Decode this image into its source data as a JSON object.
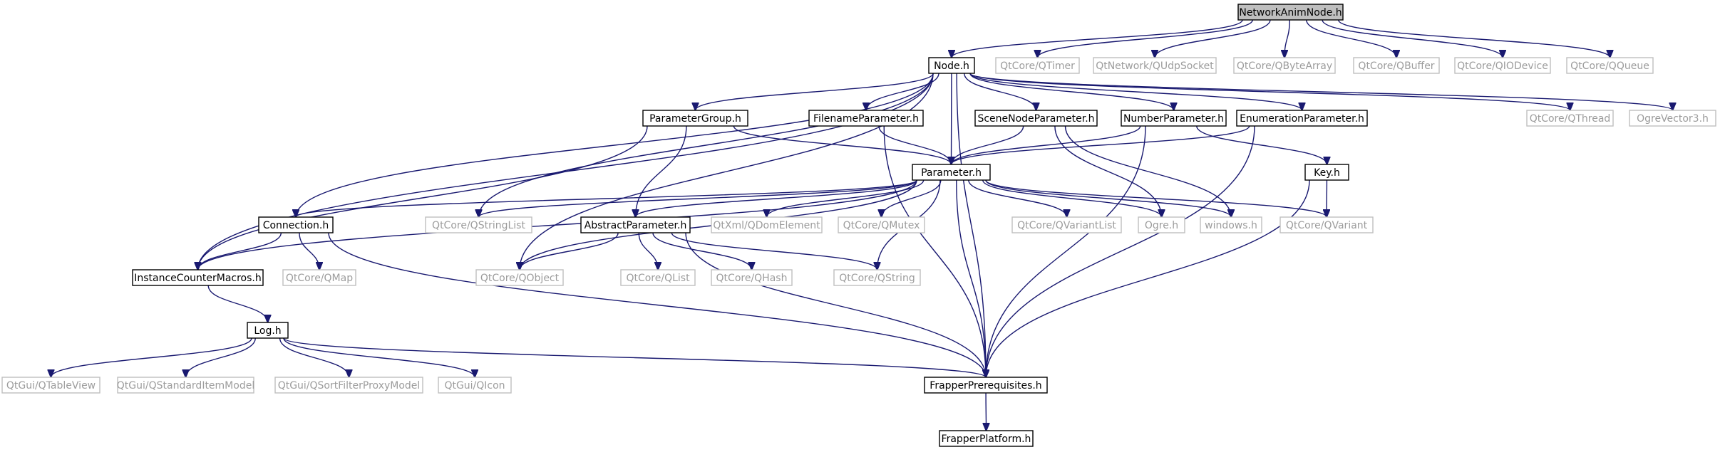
{
  "diagram": {
    "colors": {
      "edge": "#191970",
      "root_fill": "#bfbfbf",
      "documented_border": "#000000",
      "documented_text": "#000000",
      "external_border": "#bfbfbf",
      "external_text": "#9c9c9c",
      "background": "#ffffff"
    },
    "nodes": [
      {
        "id": "root",
        "label": "NetworkAnimNode.h",
        "kind": "root"
      },
      {
        "id": "node",
        "label": "Node.h",
        "kind": "documented"
      },
      {
        "id": "qtimer",
        "label": "QtCore/QTimer",
        "kind": "external"
      },
      {
        "id": "qudp",
        "label": "QtNetwork/QUdpSocket",
        "kind": "external"
      },
      {
        "id": "qbytearray",
        "label": "QtCore/QByteArray",
        "kind": "external"
      },
      {
        "id": "qbuffer",
        "label": "QtCore/QBuffer",
        "kind": "external"
      },
      {
        "id": "qiodevice",
        "label": "QtCore/QIODevice",
        "kind": "external"
      },
      {
        "id": "qqueue",
        "label": "QtCore/QQueue",
        "kind": "external"
      },
      {
        "id": "paramgroup",
        "label": "ParameterGroup.h",
        "kind": "documented"
      },
      {
        "id": "filenameparam",
        "label": "FilenameParameter.h",
        "kind": "documented"
      },
      {
        "id": "scenenodeparam",
        "label": "SceneNodeParameter.h",
        "kind": "documented"
      },
      {
        "id": "numberparam",
        "label": "NumberParameter.h",
        "kind": "documented"
      },
      {
        "id": "enumparam",
        "label": "EnumerationParameter.h",
        "kind": "documented"
      },
      {
        "id": "qthread",
        "label": "QtCore/QThread",
        "kind": "external"
      },
      {
        "id": "ogrevector3",
        "label": "OgreVector3.h",
        "kind": "external"
      },
      {
        "id": "parameter",
        "label": "Parameter.h",
        "kind": "documented"
      },
      {
        "id": "key",
        "label": "Key.h",
        "kind": "documented"
      },
      {
        "id": "connection",
        "label": "Connection.h",
        "kind": "documented"
      },
      {
        "id": "qstringlist",
        "label": "QtCore/QStringList",
        "kind": "external"
      },
      {
        "id": "abstractparam",
        "label": "AbstractParameter.h",
        "kind": "documented"
      },
      {
        "id": "qdomelement",
        "label": "QtXml/QDomElement",
        "kind": "external"
      },
      {
        "id": "qmutex",
        "label": "QtCore/QMutex",
        "kind": "external"
      },
      {
        "id": "qvariantlist",
        "label": "QtCore/QVariantList",
        "kind": "external"
      },
      {
        "id": "ogre",
        "label": "Ogre.h",
        "kind": "external"
      },
      {
        "id": "windows",
        "label": "windows.h",
        "kind": "external"
      },
      {
        "id": "qvariant",
        "label": "QtCore/QVariant",
        "kind": "external"
      },
      {
        "id": "instancecounter",
        "label": "InstanceCounterMacros.h",
        "kind": "documented"
      },
      {
        "id": "qmap",
        "label": "QtCore/QMap",
        "kind": "external"
      },
      {
        "id": "qobject",
        "label": "QtCore/QObject",
        "kind": "external"
      },
      {
        "id": "qlist",
        "label": "QtCore/QList",
        "kind": "external"
      },
      {
        "id": "qhash",
        "label": "QtCore/QHash",
        "kind": "external"
      },
      {
        "id": "qstring",
        "label": "QtCore/QString",
        "kind": "external"
      },
      {
        "id": "log",
        "label": "Log.h",
        "kind": "documented"
      },
      {
        "id": "qtableview",
        "label": "QtGui/QTableView",
        "kind": "external"
      },
      {
        "id": "qstditem",
        "label": "QtGui/QStandardItemModel",
        "kind": "external"
      },
      {
        "id": "qsortfilter",
        "label": "QtGui/QSortFilterProxyModel",
        "kind": "external"
      },
      {
        "id": "qicon",
        "label": "QtGui/QIcon",
        "kind": "external"
      },
      {
        "id": "frapperprereq",
        "label": "FrapperPrerequisites.h",
        "kind": "documented"
      },
      {
        "id": "frapperplatform",
        "label": "FrapperPlatform.h",
        "kind": "documented"
      }
    ],
    "edges": [
      {
        "from": "root",
        "to": "node"
      },
      {
        "from": "root",
        "to": "qtimer"
      },
      {
        "from": "root",
        "to": "qudp"
      },
      {
        "from": "root",
        "to": "qbytearray"
      },
      {
        "from": "root",
        "to": "qbuffer"
      },
      {
        "from": "root",
        "to": "qiodevice"
      },
      {
        "from": "root",
        "to": "qqueue"
      },
      {
        "from": "node",
        "to": "paramgroup"
      },
      {
        "from": "node",
        "to": "filenameparam"
      },
      {
        "from": "node",
        "to": "scenenodeparam"
      },
      {
        "from": "node",
        "to": "numberparam"
      },
      {
        "from": "node",
        "to": "enumparam"
      },
      {
        "from": "node",
        "to": "qthread"
      },
      {
        "from": "node",
        "to": "ogrevector3"
      },
      {
        "from": "node",
        "to": "parameter"
      },
      {
        "from": "node",
        "to": "connection"
      },
      {
        "from": "node",
        "to": "instancecounter"
      },
      {
        "from": "node",
        "to": "qstringlist"
      },
      {
        "from": "node",
        "to": "qobject"
      },
      {
        "from": "node",
        "to": "frapperprereq"
      },
      {
        "from": "paramgroup",
        "to": "parameter"
      },
      {
        "from": "paramgroup",
        "to": "abstractparam"
      },
      {
        "from": "paramgroup",
        "to": "instancecounter"
      },
      {
        "from": "filenameparam",
        "to": "parameter"
      },
      {
        "from": "filenameparam",
        "to": "frapperprereq"
      },
      {
        "from": "scenenodeparam",
        "to": "parameter"
      },
      {
        "from": "scenenodeparam",
        "to": "ogre"
      },
      {
        "from": "scenenodeparam",
        "to": "windows"
      },
      {
        "from": "numberparam",
        "to": "parameter"
      },
      {
        "from": "numberparam",
        "to": "key"
      },
      {
        "from": "numberparam",
        "to": "frapperprereq"
      },
      {
        "from": "enumparam",
        "to": "parameter"
      },
      {
        "from": "enumparam",
        "to": "frapperprereq"
      },
      {
        "from": "parameter",
        "to": "connection"
      },
      {
        "from": "parameter",
        "to": "qstringlist"
      },
      {
        "from": "parameter",
        "to": "abstractparam"
      },
      {
        "from": "parameter",
        "to": "qdomelement"
      },
      {
        "from": "parameter",
        "to": "qmutex"
      },
      {
        "from": "parameter",
        "to": "qvariantlist"
      },
      {
        "from": "parameter",
        "to": "ogre"
      },
      {
        "from": "parameter",
        "to": "windows"
      },
      {
        "from": "parameter",
        "to": "qvariant"
      },
      {
        "from": "parameter",
        "to": "instancecounter"
      },
      {
        "from": "parameter",
        "to": "qobject"
      },
      {
        "from": "parameter",
        "to": "qstring"
      },
      {
        "from": "parameter",
        "to": "frapperprereq"
      },
      {
        "from": "key",
        "to": "qvariant"
      },
      {
        "from": "key",
        "to": "frapperprereq"
      },
      {
        "from": "connection",
        "to": "instancecounter"
      },
      {
        "from": "connection",
        "to": "qmap"
      },
      {
        "from": "connection",
        "to": "frapperprereq"
      },
      {
        "from": "abstractparam",
        "to": "qobject"
      },
      {
        "from": "abstractparam",
        "to": "qlist"
      },
      {
        "from": "abstractparam",
        "to": "qhash"
      },
      {
        "from": "abstractparam",
        "to": "qstring"
      },
      {
        "from": "abstractparam",
        "to": "frapperprereq"
      },
      {
        "from": "instancecounter",
        "to": "log"
      },
      {
        "from": "log",
        "to": "qtableview"
      },
      {
        "from": "log",
        "to": "qstditem"
      },
      {
        "from": "log",
        "to": "qsortfilter"
      },
      {
        "from": "log",
        "to": "qicon"
      },
      {
        "from": "log",
        "to": "frapperprereq"
      },
      {
        "from": "frapperprereq",
        "to": "frapperplatform"
      }
    ]
  }
}
